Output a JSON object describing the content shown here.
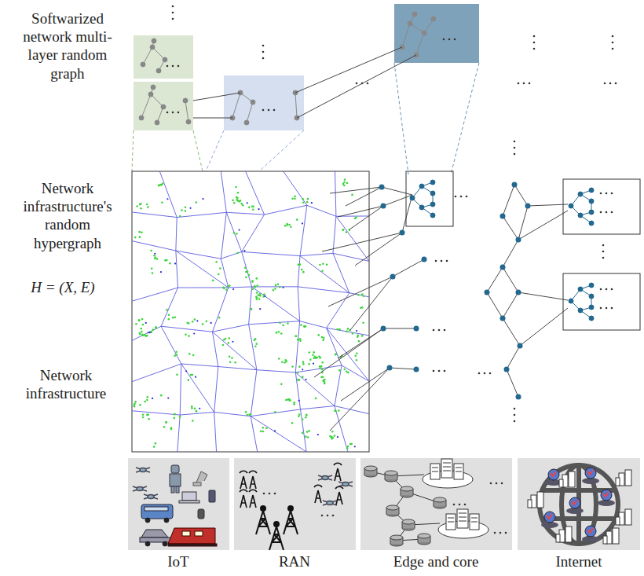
{
  "diagram": {
    "labels": [
      "Softwarized network multi-layer random graph",
      "Network infrastructure's random hypergraph",
      "H = (X, E)",
      "Network infrastructure",
      "IoT",
      "RAN",
      "Edge and core",
      "Internet"
    ]
  }
}
